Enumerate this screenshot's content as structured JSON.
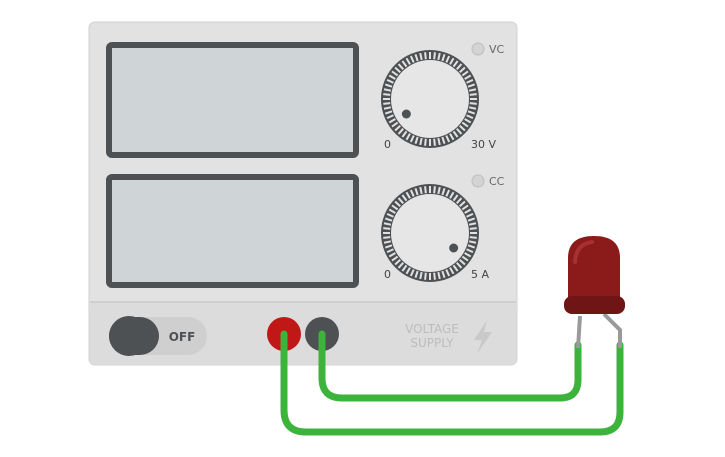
{
  "power_supply": {
    "voltage_label": "30 V",
    "voltage_min_label": "0",
    "current_label": "5 A",
    "current_min_label": "0",
    "vc_indicator_label": "VC",
    "cc_indicator_label": "CC",
    "switch_label": "OFF",
    "brand_line1": "VOLTAGE",
    "brand_line2": "SUPPLY",
    "voltage_display": "",
    "current_display": ""
  },
  "led": {
    "color": "#8b1a1a"
  },
  "wires": {
    "color": "#3cb43c"
  }
}
